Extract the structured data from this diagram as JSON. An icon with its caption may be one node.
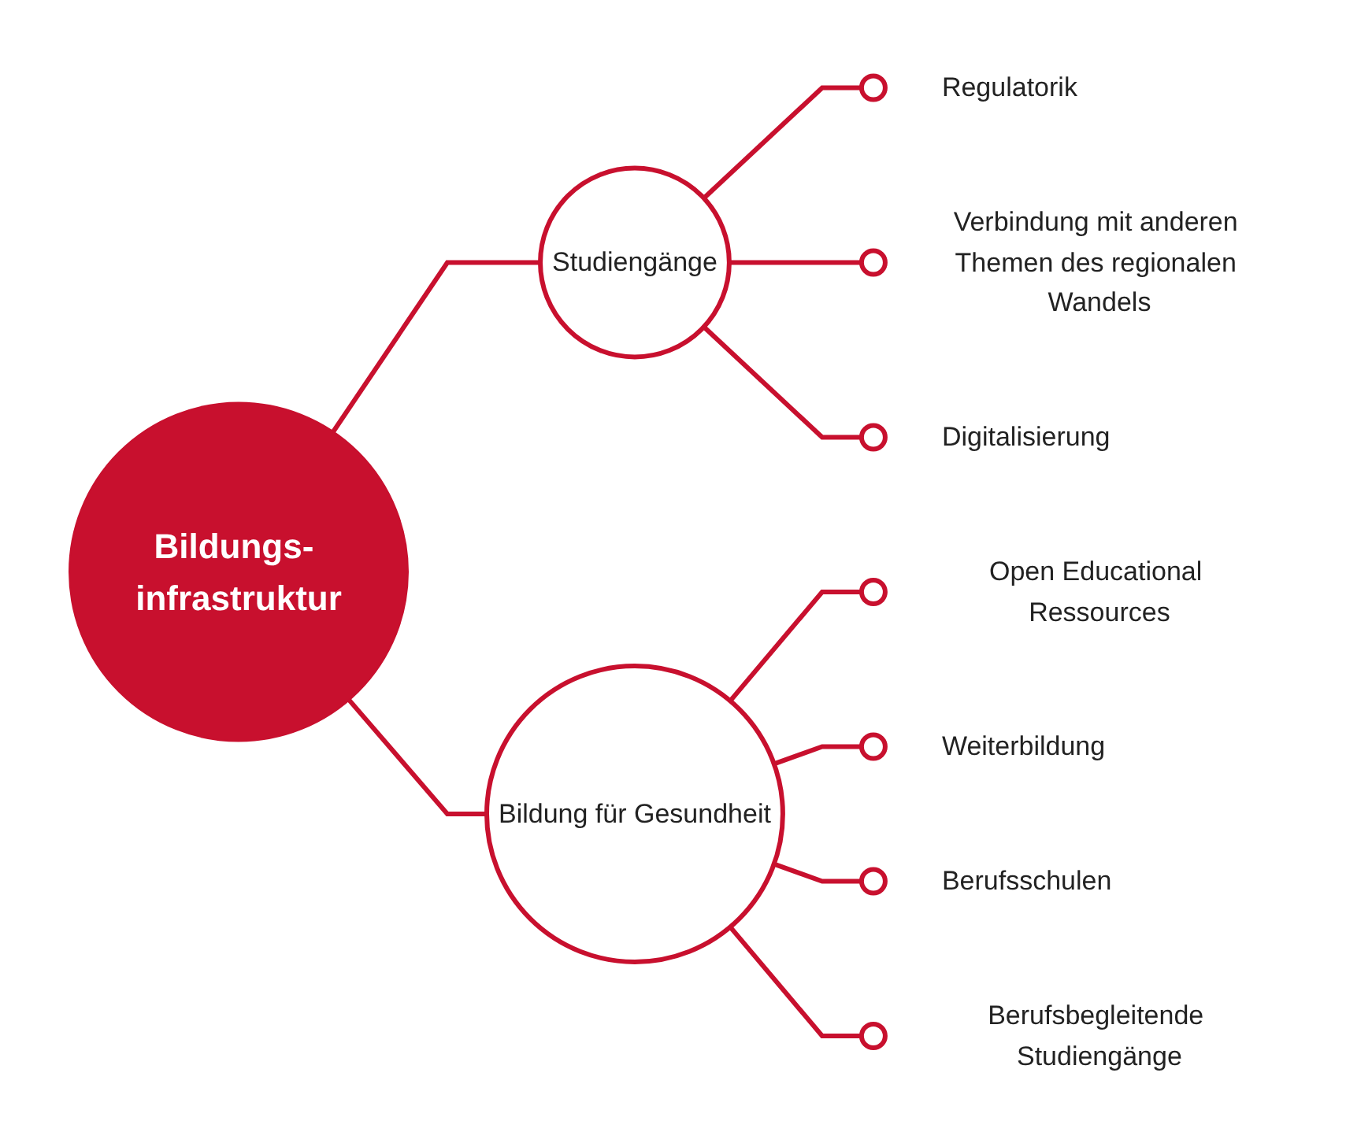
{
  "diagram": {
    "nodes": [
      {
        "text": [],
        "shape": "circle",
        "beside": [
          "Regulatorik"
        ]
      },
      {
        "text": [],
        "shape": "circle",
        "beside": [
          "Verbindung mit anderen Themen des regionalen Wandels"
        ]
      },
      {
        "text": [
          "Studiengänge"
        ]
      },
      {
        "text": [],
        "shape": "circle",
        "beside": [
          "Open Educational Ressources"
        ]
      },
      {
        "text": [],
        "shape": "circle",
        "beside": [
          "Weiterbildung"
        ]
      },
      {
        "text": [
          "Bildungs- infrastruktur"
        ]
      },
      {
        "text": [],
        "shape": "circle",
        "beside": [
          "Digitalisierung"
        ]
      },
      {
        "text": [
          "Bildung für Gesundheit"
        ]
      },
      {
        "text": [],
        "shape": "circle",
        "beside": [
          "Berufsschulen"
        ]
      },
      {
        "text": [],
        "shape": "circle",
        "beside": [
          "Berufsbegleitende Studiengänge"
        ]
      }
    ],
    "edges": [
      {
        "from": 5,
        "to": 2,
        "arrow": "none"
      },
      {
        "from": 2,
        "to": 0,
        "arrow": "none"
      },
      {
        "from": 2,
        "to": 1,
        "arrow": "none"
      },
      {
        "from": 2,
        "to": 6,
        "arrow": "none"
      },
      {
        "from": 5,
        "to": 7,
        "arrow": "none"
      },
      {
        "from": 7,
        "to": 3,
        "arrow": "none"
      },
      {
        "from": 7,
        "to": 4,
        "arrow": "none"
      },
      {
        "from": 7,
        "to": 8,
        "arrow": "none"
      },
      {
        "from": 7,
        "to": 9,
        "arrow": "none"
      }
    ]
  }
}
